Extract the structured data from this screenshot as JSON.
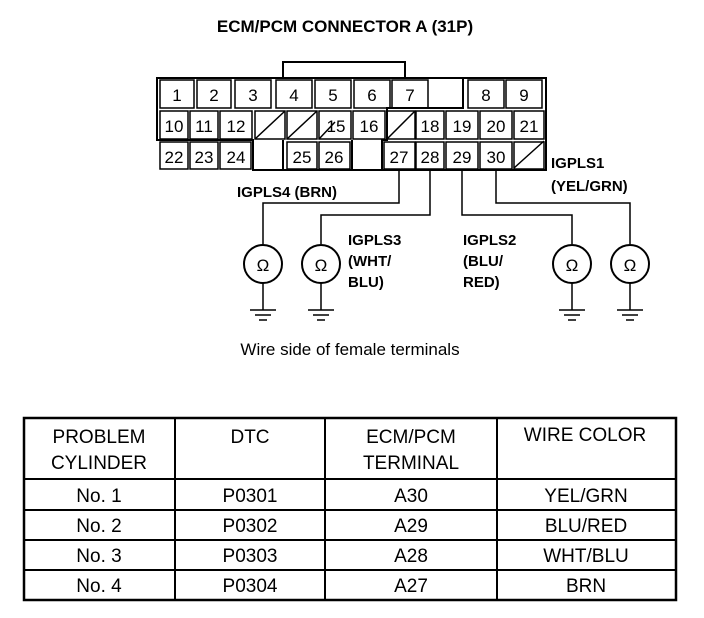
{
  "title": "ECM/PCM CONNECTOR A (31P)",
  "pins": {
    "p1": "1",
    "p2": "2",
    "p3": "3",
    "p4": "4",
    "p5": "5",
    "p6": "6",
    "p7": "7",
    "p8": "8",
    "p9": "9",
    "p10": "10",
    "p11": "11",
    "p12": "12",
    "p15": "15",
    "p16": "16",
    "p18": "18",
    "p19": "19",
    "p20": "20",
    "p21": "21",
    "p22": "22",
    "p23": "23",
    "p24": "24",
    "p25": "25",
    "p26": "26",
    "p27": "27",
    "p28": "28",
    "p29": "29",
    "p30": "30"
  },
  "labels": {
    "igpls1_a": "IGPLS1",
    "igpls1_b": "(YEL/GRN)",
    "igpls4": "IGPLS4 (BRN)",
    "igpls3_a": "IGPLS3",
    "igpls3_b": "(WHT/",
    "igpls3_c": "BLU)",
    "igpls2_a": "IGPLS2",
    "igpls2_b": "(BLU/",
    "igpls2_c": "RED)"
  },
  "ohm_symbol": "Ω",
  "caption": "Wire side of female terminals",
  "table": {
    "headers": {
      "problem_a": "PROBLEM",
      "problem_b": "CYLINDER",
      "dtc": "DTC",
      "term_a": "ECM/PCM",
      "term_b": "TERMINAL",
      "wire": "WIRE COLOR"
    },
    "rows": [
      {
        "cyl": "No. 1",
        "dtc": "P0301",
        "term": "A30",
        "wire": "YEL/GRN"
      },
      {
        "cyl": "No. 2",
        "dtc": "P0302",
        "term": "A29",
        "wire": "BLU/RED"
      },
      {
        "cyl": "No. 3",
        "dtc": "P0303",
        "term": "A28",
        "wire": "WHT/BLU"
      },
      {
        "cyl": "No. 4",
        "dtc": "P0304",
        "term": "A27",
        "wire": "BRN"
      }
    ]
  }
}
